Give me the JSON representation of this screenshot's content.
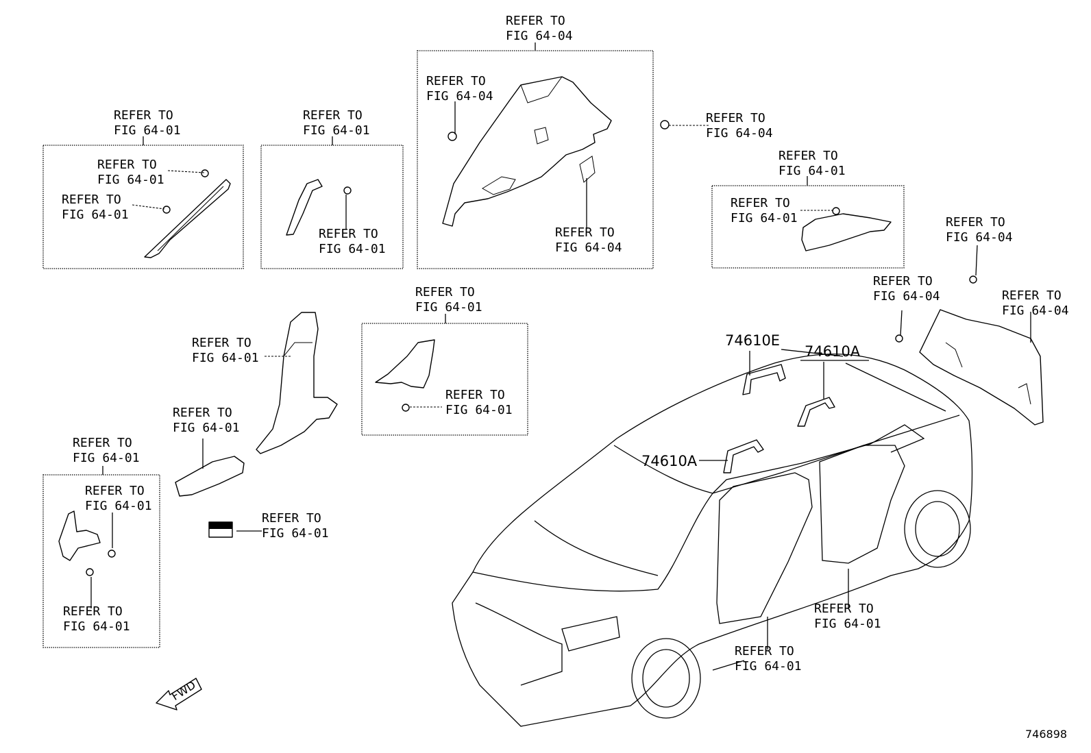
{
  "diagram": {
    "refer_to": "REFER TO",
    "fig_64_01": "FIG 64-01",
    "fig_64_04": "FIG 64-04",
    "part_numbers": {
      "p74610E": "74610E",
      "p74610A_upper": "74610A",
      "p74610A_lower": "74610A"
    },
    "direction_label": "FWD",
    "figure_id": "746898"
  }
}
